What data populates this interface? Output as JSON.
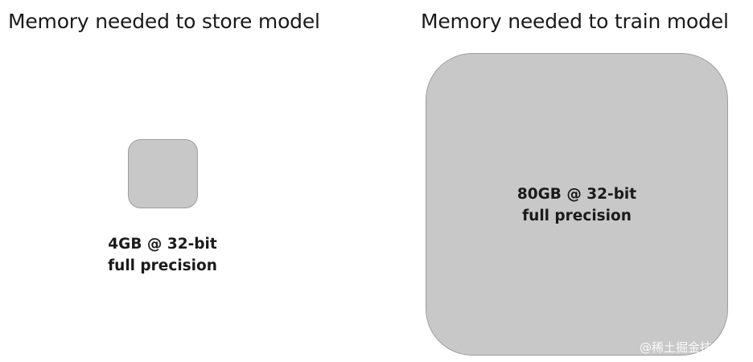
{
  "left_panel": {
    "heading": "Memory needed to store model",
    "caption_line1": "4GB @ 32-bit",
    "caption_line2": "full precision"
  },
  "right_panel": {
    "heading": "Memory needed to train  model",
    "caption_line1": "80GB @ 32-bit",
    "caption_line2": "full precision"
  },
  "watermark": "@稀土掘金技术社区",
  "colors": {
    "box_fill": "#c8c8c8",
    "box_border": "#9e9e9e",
    "text": "#1a1a1a",
    "background": "#ffffff"
  }
}
